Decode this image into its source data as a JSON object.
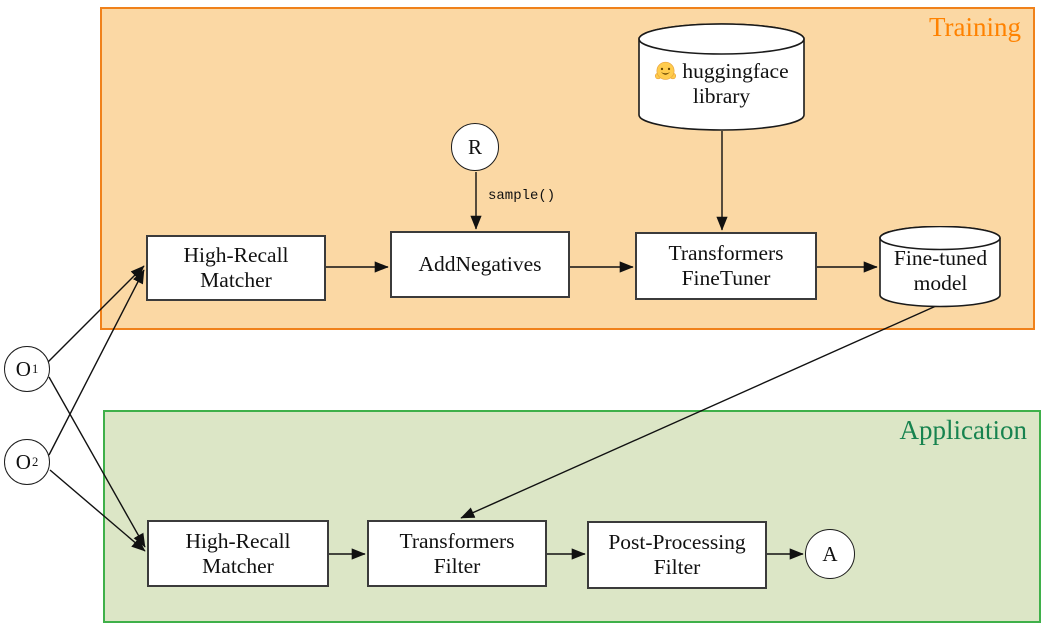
{
  "diagram": {
    "groups": {
      "training": {
        "label": "Training",
        "fill": "#fbd8a4",
        "border": "#f0811a",
        "label_color": "#ff8200"
      },
      "application": {
        "label": "Application",
        "fill": "#dce6c6",
        "border": "#3fb04a",
        "label_color": "#17834f"
      }
    },
    "nodes": {
      "o1": {
        "label": "O",
        "sub": "1"
      },
      "o2": {
        "label": "O",
        "sub": "2"
      },
      "r": {
        "label": "R"
      },
      "a": {
        "label": "A"
      },
      "hf_library": {
        "icon": "hugging-face-emoji",
        "line1": "huggingface",
        "line2": "library"
      },
      "hrm_train": {
        "line1": "High-Recall",
        "line2": "Matcher"
      },
      "add_negatives": {
        "line1": "AddNegatives"
      },
      "fine_tuner": {
        "line1": "Transformers",
        "line2": "FineTuner"
      },
      "fine_tuned_model": {
        "line1": "Fine-tuned",
        "line2": "model"
      },
      "hrm_app": {
        "line1": "High-Recall",
        "line2": "Matcher"
      },
      "transformers_filter": {
        "line1": "Transformers",
        "line2": "Filter"
      },
      "post_processing_filter": {
        "line1": "Post-Processing",
        "line2": "Filter"
      }
    },
    "edge_labels": {
      "sample": "sample()"
    }
  }
}
